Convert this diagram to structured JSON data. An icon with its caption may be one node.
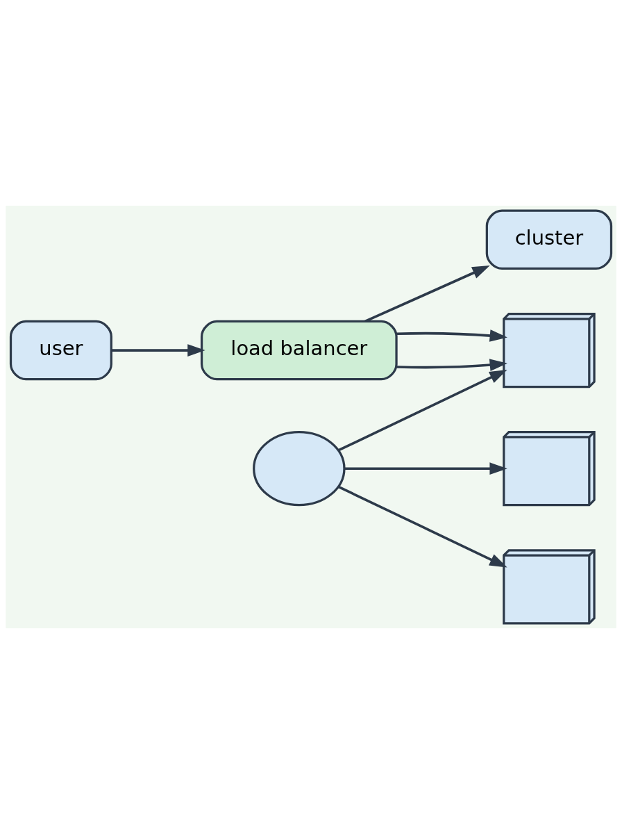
{
  "diagram": {
    "nodes": [
      {
        "text": [
          "user"
        ]
      },
      {
        "text": [
          "load balancer"
        ]
      },
      {
        "text": [],
        "shape": "cloud"
      },
      {
        "text": [],
        "shape": "picture"
      },
      {
        "text": [],
        "shape": "picture"
      },
      {
        "text": [],
        "shape": "picture"
      },
      {
        "text": [
          "cluster"
        ]
      }
    ],
    "edges": [
      {
        "from": 0,
        "to": 1,
        "arrow": "to"
      },
      {
        "from": 1,
        "to": 3,
        "arrow": "to"
      },
      {
        "from": 1,
        "to": 3,
        "arrow": "to"
      },
      {
        "from": 1,
        "to": 6,
        "arrow": "to"
      },
      {
        "from": 2,
        "to": 3,
        "arrow": "to"
      },
      {
        "from": 2,
        "to": 4,
        "arrow": "to"
      },
      {
        "from": 2,
        "to": 5,
        "arrow": "to"
      }
    ]
  }
}
